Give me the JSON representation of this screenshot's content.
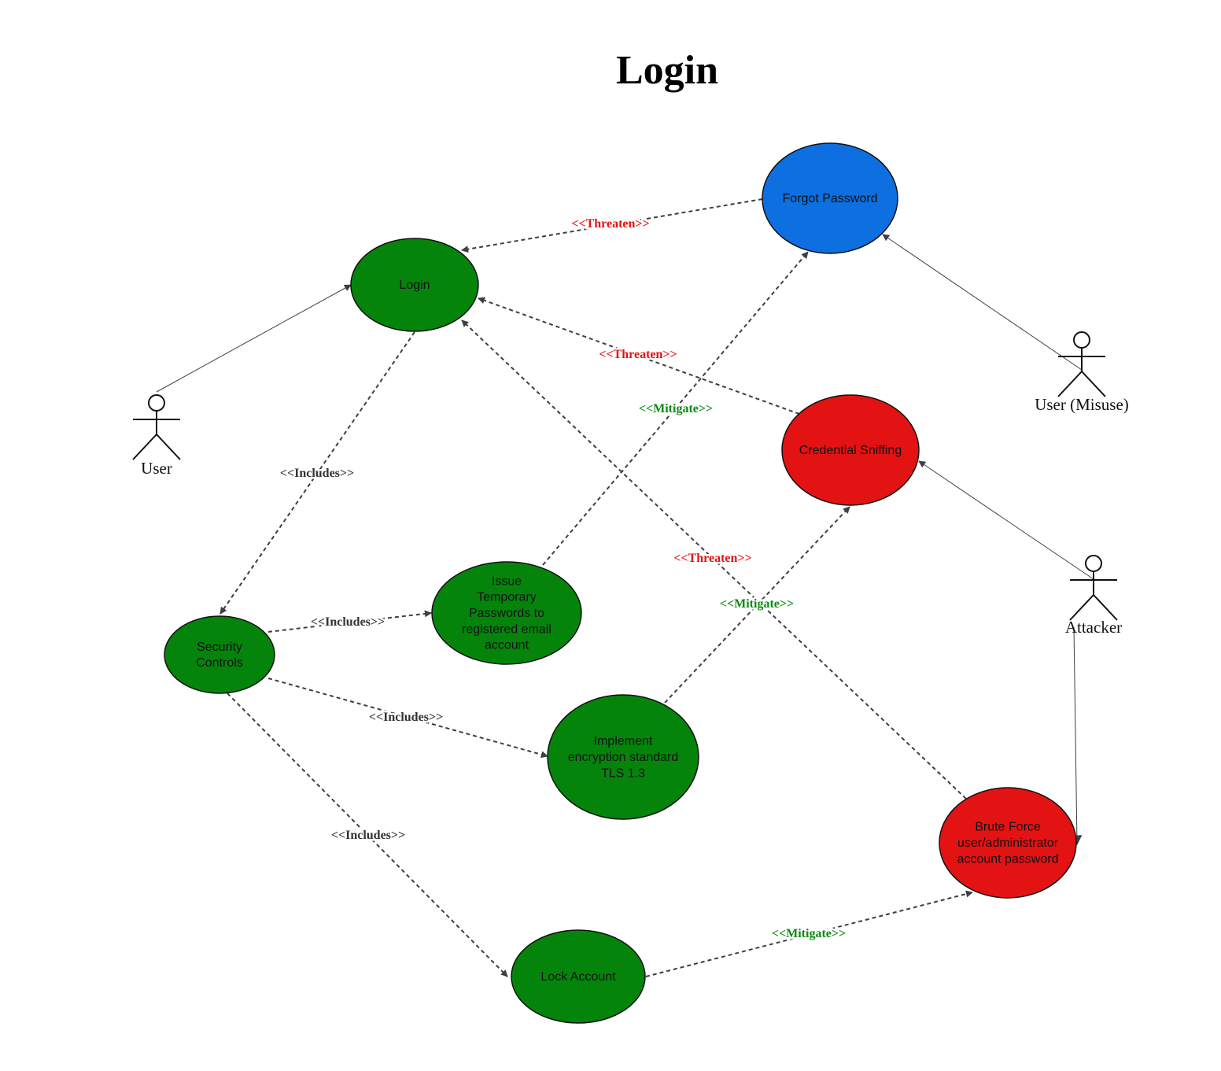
{
  "title": "Login",
  "colors": {
    "safe": "#05840c",
    "forgot": "#0e6fe0",
    "threat": "#e31313",
    "threaten_label": "#e31313",
    "mitigate_label": "#0d8a11",
    "includes_label": "#333333"
  },
  "actors": [
    {
      "id": "user",
      "label": "User"
    },
    {
      "id": "misuse",
      "label": "User (Misuse)"
    },
    {
      "id": "attacker",
      "label": "Attacker"
    }
  ],
  "use_cases": [
    {
      "id": "login",
      "lines": [
        "Login"
      ],
      "kind": "safe"
    },
    {
      "id": "forgot",
      "lines": [
        "Forgot Password"
      ],
      "kind": "forgot"
    },
    {
      "id": "sniff",
      "lines": [
        "Credential Sniffing"
      ],
      "kind": "threat"
    },
    {
      "id": "security",
      "lines": [
        "Security",
        "Controls"
      ],
      "kind": "safe"
    },
    {
      "id": "issue",
      "lines": [
        "Issue",
        "Temporary",
        "Passwords to",
        "registered email",
        "account"
      ],
      "kind": "safe"
    },
    {
      "id": "encrypt",
      "lines": [
        "Implement",
        "encryption standard",
        "TLS 1.3"
      ],
      "kind": "safe"
    },
    {
      "id": "lock",
      "lines": [
        "Lock Account"
      ],
      "kind": "safe"
    },
    {
      "id": "brute",
      "lines": [
        "Brute Force",
        "user/administrator",
        "account password"
      ],
      "kind": "threat"
    }
  ],
  "relations": [
    {
      "from": "forgot",
      "to": "login",
      "type": "threaten",
      "label": "<<Threaten>>"
    },
    {
      "from": "sniff",
      "to": "login",
      "type": "threaten",
      "label": "<<Threaten>>"
    },
    {
      "from": "brute",
      "to": "login",
      "type": "threaten",
      "label": "<<Threaten>>"
    },
    {
      "from": "issue",
      "to": "forgot",
      "type": "mitigate",
      "label": "<<Mitigate>>"
    },
    {
      "from": "encrypt",
      "to": "sniff",
      "type": "mitigate",
      "label": "<<Mitigate>>"
    },
    {
      "from": "lock",
      "to": "brute",
      "type": "mitigate",
      "label": "<<Mitigate>>"
    },
    {
      "from": "login",
      "to": "security",
      "type": "includes",
      "label": "<<Includes>>"
    },
    {
      "from": "security",
      "to": "issue",
      "type": "includes",
      "label": "<<Includes>>"
    },
    {
      "from": "security",
      "to": "encrypt",
      "type": "includes",
      "label": "<<Includes>>"
    },
    {
      "from": "security",
      "to": "lock",
      "type": "includes",
      "label": "<<Includes>>"
    },
    {
      "from": "user",
      "to": "login",
      "type": "association",
      "label": ""
    },
    {
      "from": "misuse",
      "to": "forgot",
      "type": "association",
      "label": ""
    },
    {
      "from": "attacker",
      "to": "sniff",
      "type": "association",
      "label": ""
    },
    {
      "from": "attacker",
      "to": "brute",
      "type": "association",
      "label": ""
    }
  ]
}
